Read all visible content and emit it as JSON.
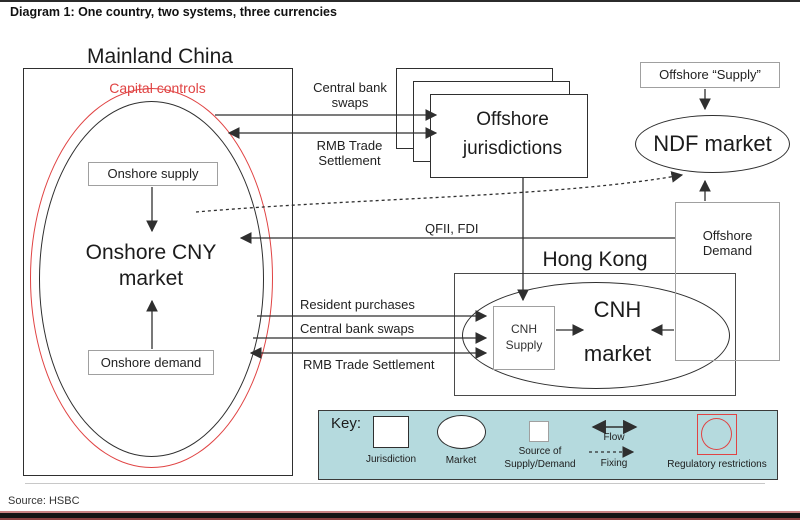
{
  "page": {
    "title": "Diagram 1: One country, two systems, three currencies",
    "source": "Source: HSBC"
  },
  "mainland": {
    "title": "Mainland China",
    "capital_controls": "Capital controls",
    "onshore_supply": "Onshore supply",
    "onshore_market": "Onshore CNY\nmarket",
    "onshore_demand": "Onshore demand"
  },
  "offshore": {
    "jurisdictions": "Offshore\njurisdictions",
    "supply": "Offshore “Supply”",
    "ndf_market": "NDF market",
    "demand": "Offshore\nDemand"
  },
  "hongkong": {
    "title": "Hong Kong",
    "cnh_supply": "CNH\nSupply",
    "cnh_market": "CNH\nmarket"
  },
  "flows": {
    "central_bank_swaps_top": "Central bank\nswaps",
    "rmb_trade_settlement_top": "RMB Trade\nSettlement",
    "qfii_fdi": "QFII, FDI",
    "resident_purchases": "Resident purchases",
    "central_bank_swaps_bottom": "Central bank swaps",
    "rmb_trade_settlement_bottom": "RMB Trade Settlement"
  },
  "key": {
    "label": "Key:",
    "jurisdiction": "Jurisdiction",
    "market": "Market",
    "source_of": "Source of\nSupply/Demand",
    "flow": "Flow",
    "fixing": "Fixing",
    "regulatory": "Regulatory restrictions"
  },
  "colors": {
    "restriction_red": "#e04343",
    "key_background": "#b5dade",
    "line_black": "#2f2f2f"
  }
}
